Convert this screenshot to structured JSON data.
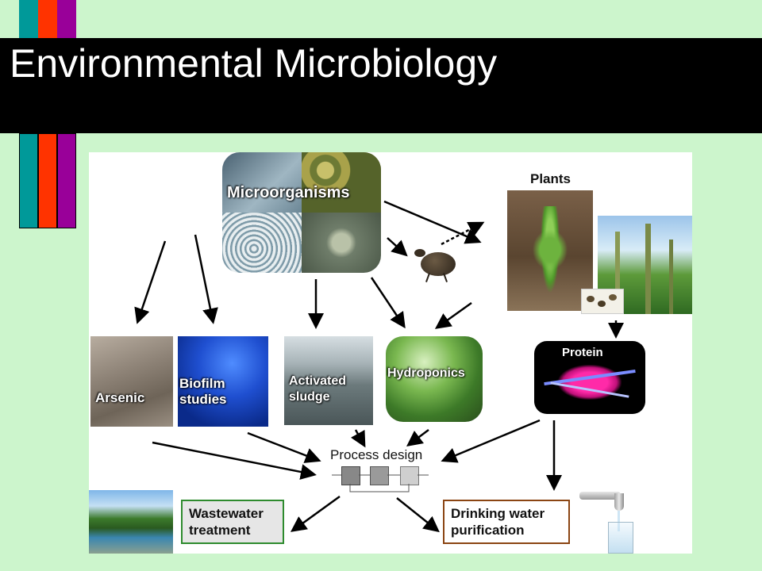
{
  "slide": {
    "title": "Environmental Microbiology",
    "accent_colors": [
      "#009999",
      "#ff3300",
      "#990099"
    ]
  },
  "diagram": {
    "microorganisms_label": "Microorganisms",
    "plants_label": "Plants",
    "protein_label": "Protein",
    "arsenic_label": "Arsenic",
    "biofilm_label_line1": "Biofilm",
    "biofilm_label_line2": "studies",
    "sludge_label_line1": "Activated",
    "sludge_label_line2": "sludge",
    "hydroponics_label": "Hydroponics",
    "process_design_label": "Process design",
    "wastewater_line1": "Wastewater",
    "wastewater_line2": "treatment",
    "drinking_line1": "Drinking water",
    "drinking_line2": "purification",
    "wastewater_border": "#2e8b2e",
    "drinking_border": "#8b4513"
  }
}
